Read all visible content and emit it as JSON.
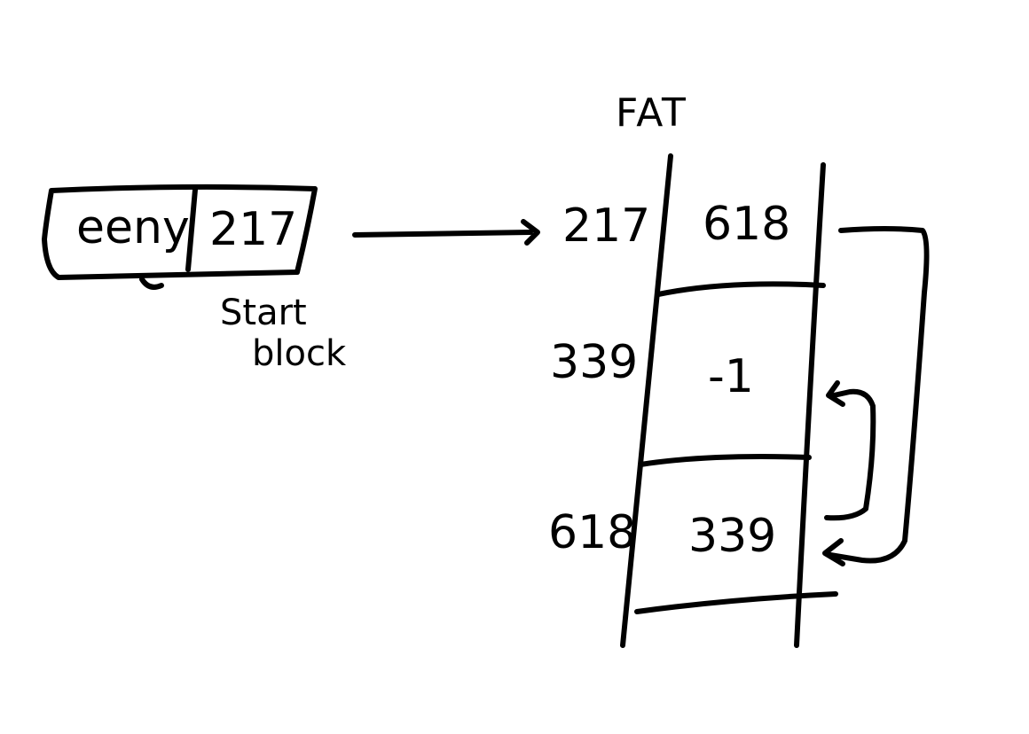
{
  "fat": {
    "title": "FAT",
    "rows": [
      {
        "index": "217",
        "value": "618"
      },
      {
        "index": "339",
        "value": "-1"
      },
      {
        "index": "618",
        "value": "339"
      }
    ]
  },
  "directory_entry": {
    "name": "eeny",
    "start": "217",
    "caption_line1": "Start",
    "caption_line2": "block"
  }
}
